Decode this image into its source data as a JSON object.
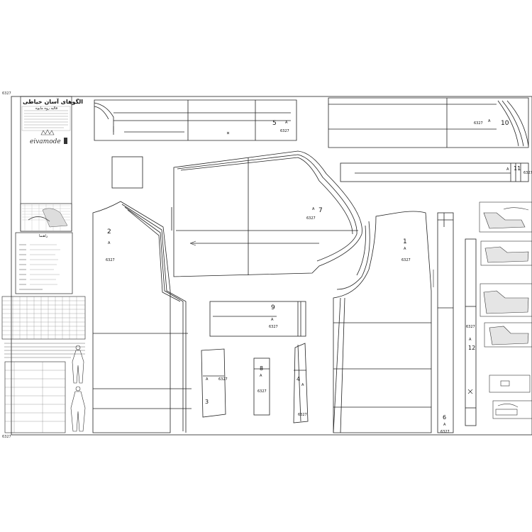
{
  "sheet": {
    "code_top": "6327",
    "code_bottom": "6327"
  },
  "info_panel": {
    "title": "الگوهای آسان خیاطی",
    "subtitle": "قالیه روه مایوه",
    "brand": "eivamode",
    "legend_title": "راهنما"
  },
  "pieces": {
    "p1": {
      "number": "1",
      "letter": "A",
      "code": "6327"
    },
    "p2": {
      "number": "2",
      "letter": "A",
      "code": "6327"
    },
    "p3": {
      "number": "3",
      "letter": "A",
      "code": "6327"
    },
    "p4": {
      "number": "4",
      "letter": "A",
      "code": "6327"
    },
    "p5": {
      "number": "5",
      "letter": "A",
      "code": "6327"
    },
    "p6": {
      "number": "6",
      "letter": "A",
      "code": "6327"
    },
    "p7": {
      "number": "7",
      "letter": "A",
      "code": "6327"
    },
    "p8": {
      "number": "8",
      "letter": "A",
      "code": "6327"
    },
    "p9": {
      "number": "9",
      "letter": "A",
      "code": "6327"
    },
    "p10": {
      "number": "10",
      "letter": "A",
      "code": "6327"
    },
    "p11": {
      "number": "11",
      "letter": "A",
      "code": "6327"
    },
    "p12": {
      "number": "12",
      "letter": "A",
      "code": "6327"
    }
  },
  "colors": {
    "line": "#222222",
    "paper": "#ffffff",
    "grey": "#9a9a9a"
  }
}
